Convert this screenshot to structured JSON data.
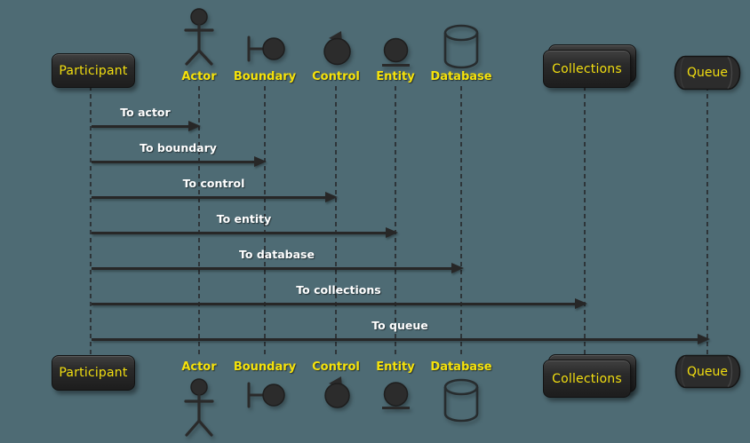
{
  "diagram": {
    "type": "uml-sequence-diagram"
  },
  "colors": {
    "background": "#4e6b74",
    "shape_fill_dark": "#2b2b2b",
    "box_border": "#121212",
    "label_yellow": "#f6e20a",
    "message_text_white": "#ffffff",
    "arrow_dark": "#272727",
    "lifeline_dash": "#2e3539"
  },
  "participants": [
    {
      "label": "Participant",
      "kind": "participant-box"
    },
    {
      "label": "Actor",
      "kind": "actor-stick-figure"
    },
    {
      "label": "Boundary",
      "kind": "boundary-icon"
    },
    {
      "label": "Control",
      "kind": "control-icon"
    },
    {
      "label": "Entity",
      "kind": "entity-icon"
    },
    {
      "label": "Database",
      "kind": "database-cylinder"
    },
    {
      "label": "Collections",
      "kind": "collections-stacked-box"
    },
    {
      "label": "Queue",
      "kind": "queue-cylinder"
    }
  ],
  "messages": [
    {
      "label": "To actor",
      "from": "Participant",
      "to": "Actor"
    },
    {
      "label": "To boundary",
      "from": "Participant",
      "to": "Boundary"
    },
    {
      "label": "To control",
      "from": "Participant",
      "to": "Control"
    },
    {
      "label": "To entity",
      "from": "Participant",
      "to": "Entity"
    },
    {
      "label": "To database",
      "from": "Participant",
      "to": "Database"
    },
    {
      "label": "To collections",
      "from": "Participant",
      "to": "Collections"
    },
    {
      "label": "To queue",
      "from": "Participant",
      "to": "Queue"
    }
  ]
}
